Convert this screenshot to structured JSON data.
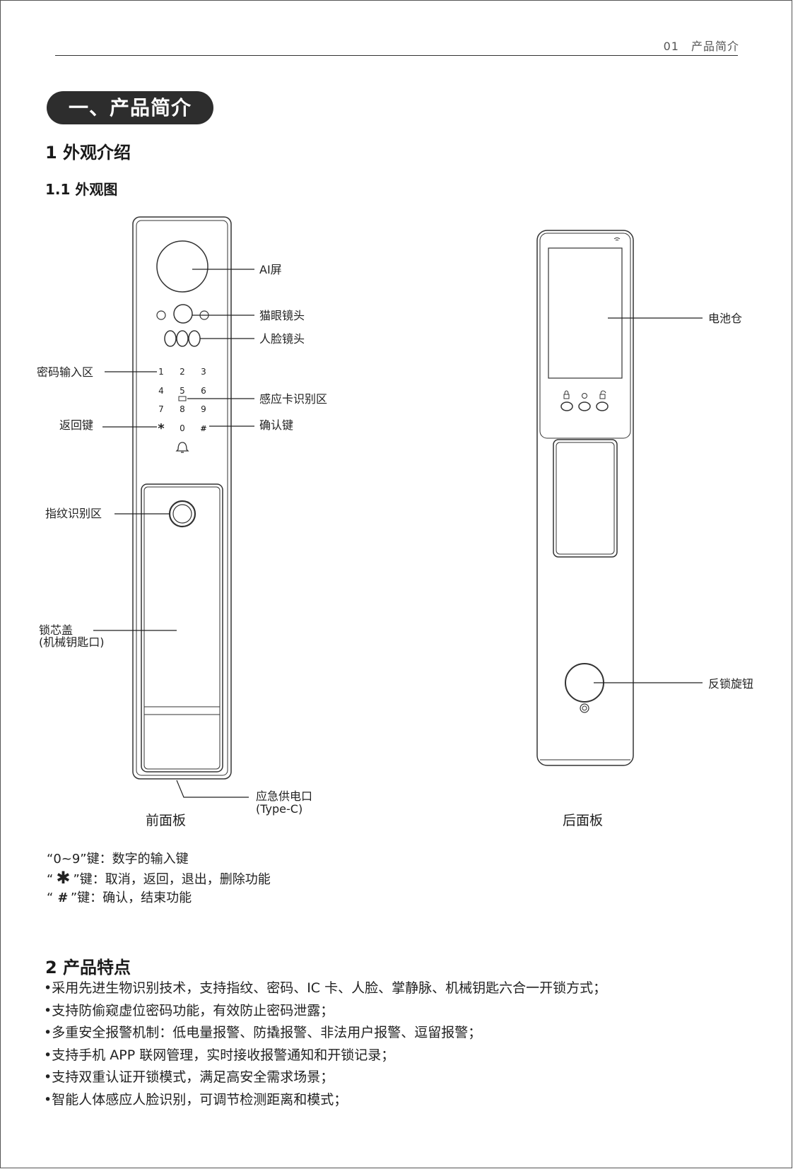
{
  "header": {
    "page_label": "01　产品简介"
  },
  "section": {
    "title": "一、产品简介"
  },
  "appearance": {
    "heading": "1 外观介绍",
    "sub_heading": "1.1 外观图",
    "front_labels": {
      "ai_screen": "AI屏",
      "peephole_lens": "猫眼镜头",
      "face_lens": "人脸镜头",
      "password_area": "密码输入区",
      "card_area": "感应卡识别区",
      "back_key": "返回键",
      "confirm_key": "确认键",
      "fingerprint_area": "指纹识别区",
      "core_cover_1": "锁芯盖",
      "core_cover_2": "(机械钥匙口)",
      "emergency_1": "应急供电口",
      "emergency_2": "(Type-C)"
    },
    "keypad": [
      "1",
      "2",
      "3",
      "4",
      "5",
      "6",
      "7",
      "8",
      "9",
      "*",
      "0",
      "#"
    ],
    "rear_labels": {
      "battery": "电池仓",
      "knob": "反锁旋钮"
    },
    "captions": {
      "front": "前面板",
      "rear": "后面板"
    }
  },
  "key_notes": {
    "digits": "“0~9”键：数字的输入键",
    "star_prefix": "“",
    "star_symbol": "✱",
    "star_suffix": "”键：取消，返回，退出，删除功能",
    "hash_prefix": "“",
    "hash_symbol": "#",
    "hash_suffix": "”键：确认，结束功能"
  },
  "features": {
    "heading": "2 产品特点",
    "items": [
      "•采用先进生物识别技术，支持指纹、密码、IC 卡、人脸、掌静脉、机械钥匙六合一开锁方式；",
      "•支持防偷窥虚位密码功能，有效防止密码泄露；",
      "•多重安全报警机制：低电量报警、防撬报警、非法用户报警、逗留报警；",
      "•支持手机 APP 联网管理，实时接收报警通知和开锁记录；",
      "•支持双重认证开锁模式，满足高安全需求场景；",
      "•智能人体感应人脸识别，可调节检测距离和模式；"
    ]
  }
}
